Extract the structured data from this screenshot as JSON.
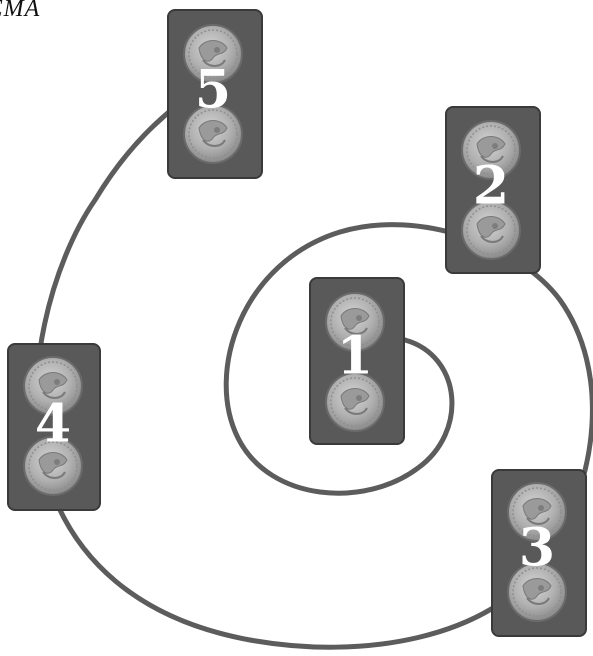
{
  "title": "ЕМА",
  "cards": [
    {
      "number": "1"
    },
    {
      "number": "2"
    },
    {
      "number": "3"
    },
    {
      "number": "4"
    },
    {
      "number": "5"
    }
  ],
  "colors": {
    "card_fill": "#595959",
    "card_border": "#3a3a3a",
    "spiral": "#5c5c5c",
    "coin_face": "#b5b5b5",
    "coin_rim": "#6a6a6a",
    "number_text": "#ffffff"
  },
  "icons": {
    "coin": "coin-icon"
  }
}
